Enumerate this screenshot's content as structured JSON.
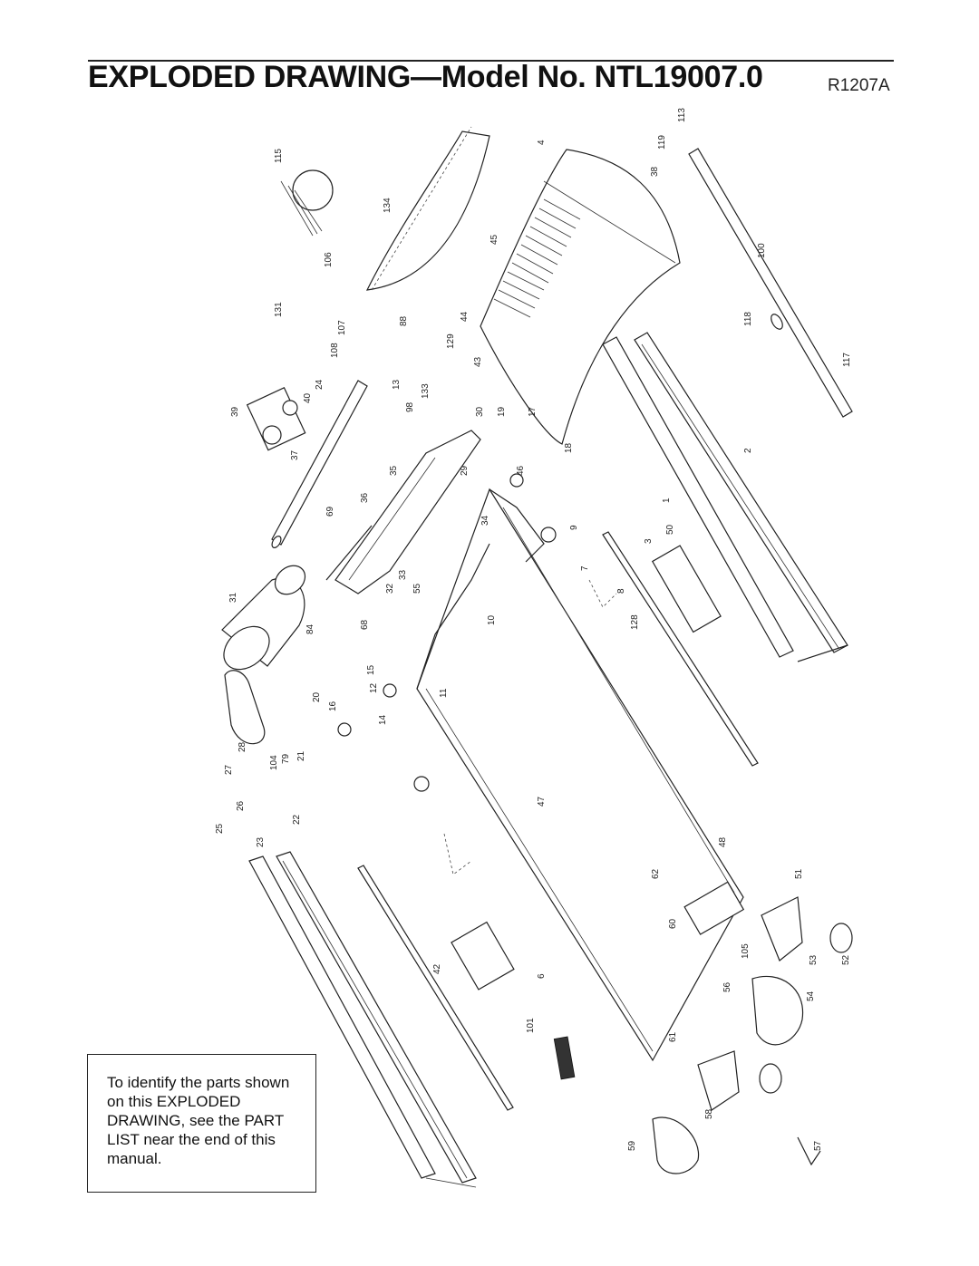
{
  "header": {
    "title": "EXPLODED DRAWING—Model No. NTL19007.0",
    "code": "R1207A"
  },
  "note": {
    "text": "To identify the parts shown on this EXPLODED DRAWING, see the PART LIST near the end of this manual."
  },
  "part_labels": [
    "1",
    "2",
    "3",
    "4",
    "6",
    "7",
    "8",
    "9",
    "10",
    "11",
    "12",
    "13",
    "14",
    "15",
    "16",
    "17",
    "18",
    "19",
    "20",
    "21",
    "22",
    "23",
    "24",
    "25",
    "26",
    "27",
    "28",
    "29",
    "30",
    "31",
    "32",
    "33",
    "34",
    "35",
    "36",
    "37",
    "38",
    "39",
    "40",
    "42",
    "43",
    "44",
    "45",
    "46",
    "47",
    "48",
    "50",
    "51",
    "52",
    "53",
    "54",
    "55",
    "56",
    "57",
    "58",
    "59",
    "60",
    "61",
    "62",
    "68",
    "69",
    "79",
    "84",
    "88",
    "98",
    "100",
    "101",
    "104",
    "105",
    "106",
    "107",
    "108",
    "113",
    "115",
    "117",
    "118",
    "119",
    "128",
    "129",
    "131",
    "133",
    "134"
  ]
}
